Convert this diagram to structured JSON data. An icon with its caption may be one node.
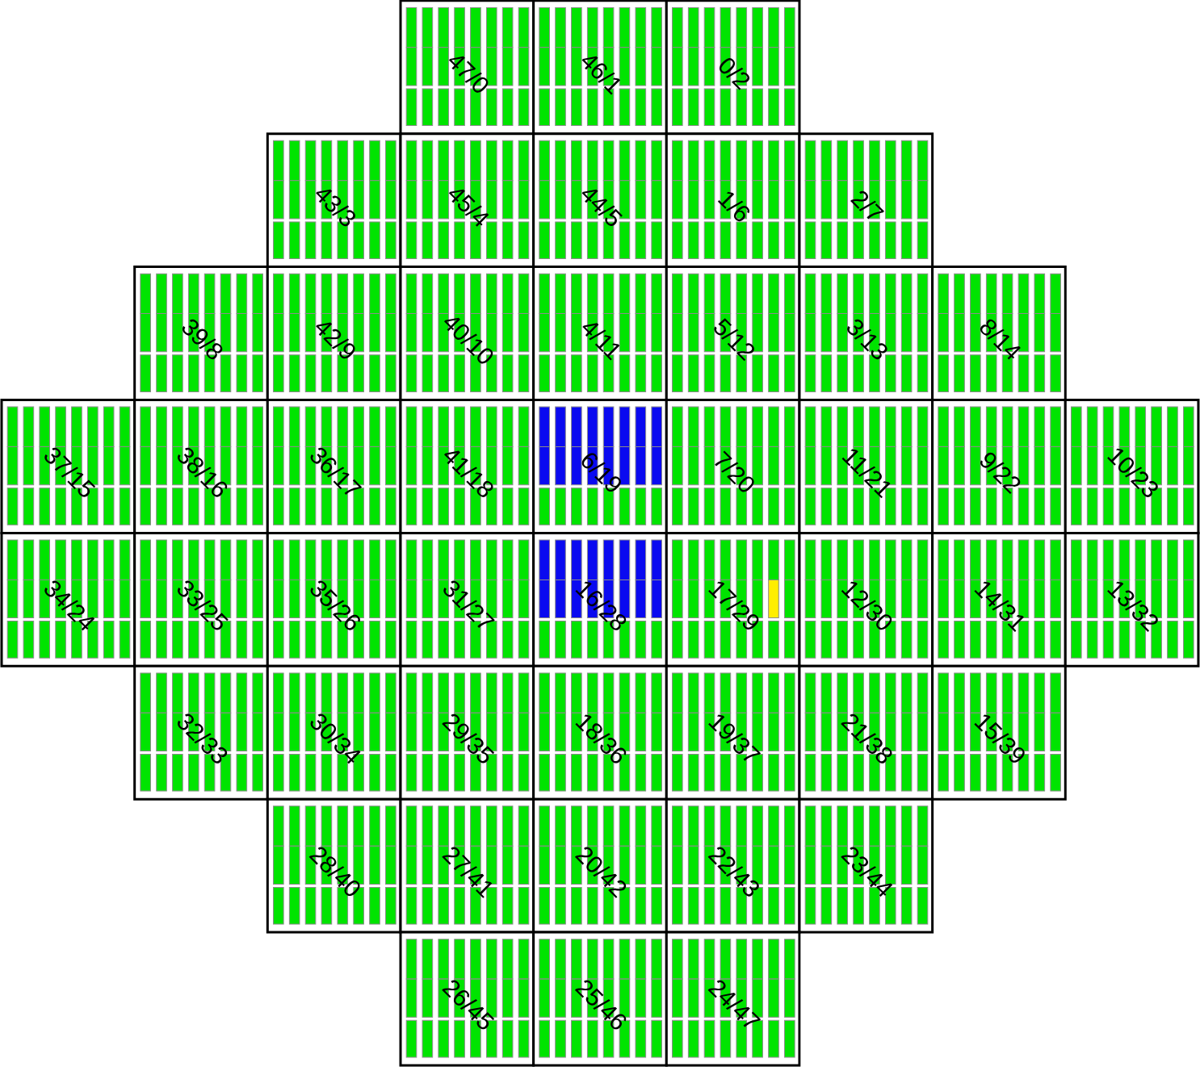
{
  "diagram": {
    "nodes": [
      {
        "text": [
          "47/0"
        ]
      },
      {
        "text": [
          "46/1"
        ]
      },
      {
        "text": [
          "0/2"
        ]
      },
      {
        "text": [
          "43/3"
        ]
      },
      {
        "text": [
          "45/4"
        ]
      },
      {
        "text": [
          "44/5"
        ]
      },
      {
        "text": [
          "1/6"
        ]
      },
      {
        "text": [
          "2/7"
        ]
      },
      {
        "text": [
          "39/8"
        ]
      },
      {
        "text": [
          "42/9"
        ]
      },
      {
        "text": [
          "40/10"
        ]
      },
      {
        "text": [
          "4/11"
        ]
      },
      {
        "text": [
          "5/12"
        ]
      },
      {
        "text": [
          "3/13"
        ]
      },
      {
        "text": [
          "8/14"
        ]
      },
      {
        "text": [
          "37/15"
        ]
      },
      {
        "text": [
          "38/16"
        ]
      },
      {
        "text": [
          "36/17"
        ]
      },
      {
        "text": [
          "41/18"
        ]
      },
      {
        "text": [
          "6/19"
        ]
      },
      {
        "text": [
          "7/20"
        ]
      },
      {
        "text": [
          "11/21"
        ]
      },
      {
        "text": [
          "9/22"
        ]
      },
      {
        "text": [
          "10/23"
        ]
      },
      {
        "text": [
          "34/24"
        ]
      },
      {
        "text": [
          "33/25"
        ]
      },
      {
        "text": [
          "35/26"
        ]
      },
      {
        "text": [
          "31/27"
        ]
      },
      {
        "text": [
          "16/28"
        ]
      },
      {
        "text": [
          "17/29"
        ]
      },
      {
        "text": [
          "12/30"
        ]
      },
      {
        "text": [
          "14/31"
        ]
      },
      {
        "text": [
          "13/32"
        ]
      },
      {
        "text": [
          "32/33"
        ]
      },
      {
        "text": [
          "30/34"
        ]
      },
      {
        "text": [
          "29/35"
        ]
      },
      {
        "text": [
          "18/36"
        ]
      },
      {
        "text": [
          "19/37"
        ]
      },
      {
        "text": [
          "21/38"
        ]
      },
      {
        "text": [
          "15/39"
        ]
      },
      {
        "text": [
          "28/40"
        ]
      },
      {
        "text": [
          "27/41"
        ]
      },
      {
        "text": [
          "20/42"
        ]
      },
      {
        "text": [
          "22/43"
        ]
      },
      {
        "text": [
          "23/44"
        ]
      },
      {
        "text": [
          "26/45"
        ]
      },
      {
        "text": [
          "25/46"
        ]
      },
      {
        "text": [
          "24/47"
        ]
      }
    ]
  }
}
